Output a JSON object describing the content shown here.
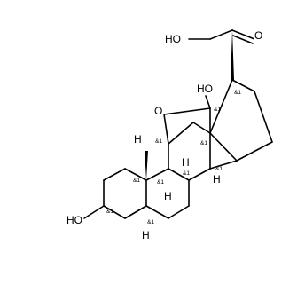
{
  "atom_labels": {
    "ho_primary": "HO",
    "o_ketone": "O",
    "ho_hemiketal": "HO",
    "o_ether": "O",
    "ho_c3": "HO",
    "h_c11": "H",
    "h_c8": "H",
    "h_c9": "H",
    "h_c14": "H",
    "h_c5": "H"
  },
  "stereo_label": "&1",
  "colors": {
    "ink": "#000000",
    "background": "#ffffff"
  }
}
